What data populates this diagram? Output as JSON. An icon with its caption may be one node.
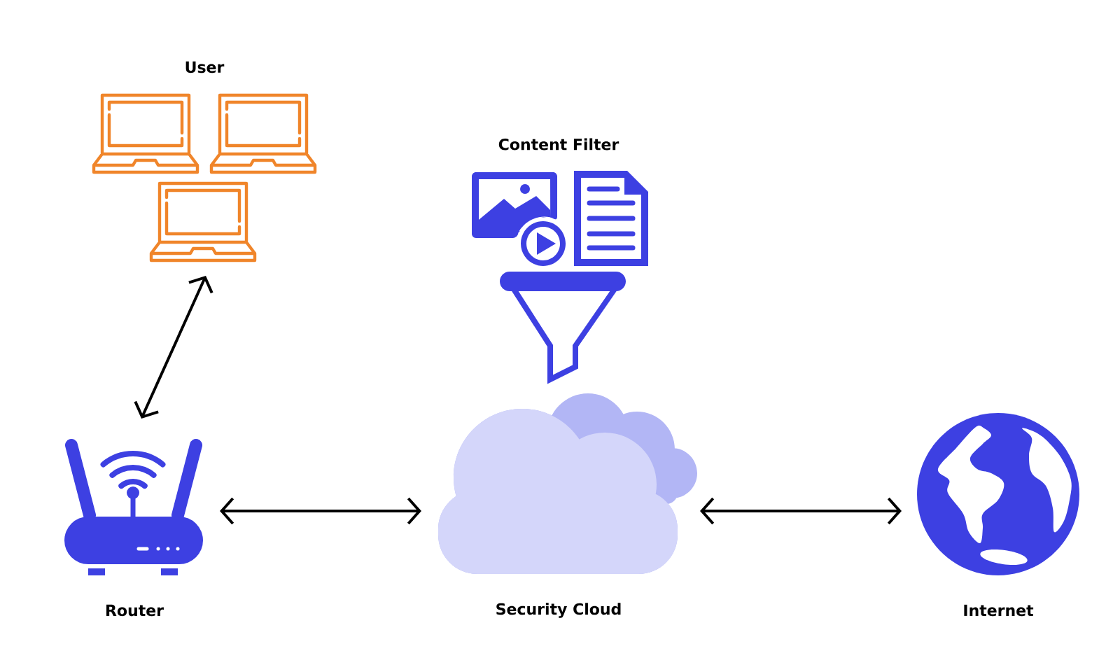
{
  "diagram": {
    "nodes": [
      {
        "text": [
          "User"
        ]
      },
      {
        "text": [
          "Content Filter"
        ]
      },
      {
        "text": [
          "Router"
        ]
      },
      {
        "text": [
          "Security Cloud"
        ]
      },
      {
        "text": [
          "Internet"
        ]
      }
    ],
    "edges": [
      {
        "from": 0,
        "to": 2,
        "arrow": "both"
      },
      {
        "from": 2,
        "to": 3,
        "arrow": "both"
      },
      {
        "from": 3,
        "to": 4,
        "arrow": "both"
      }
    ]
  }
}
